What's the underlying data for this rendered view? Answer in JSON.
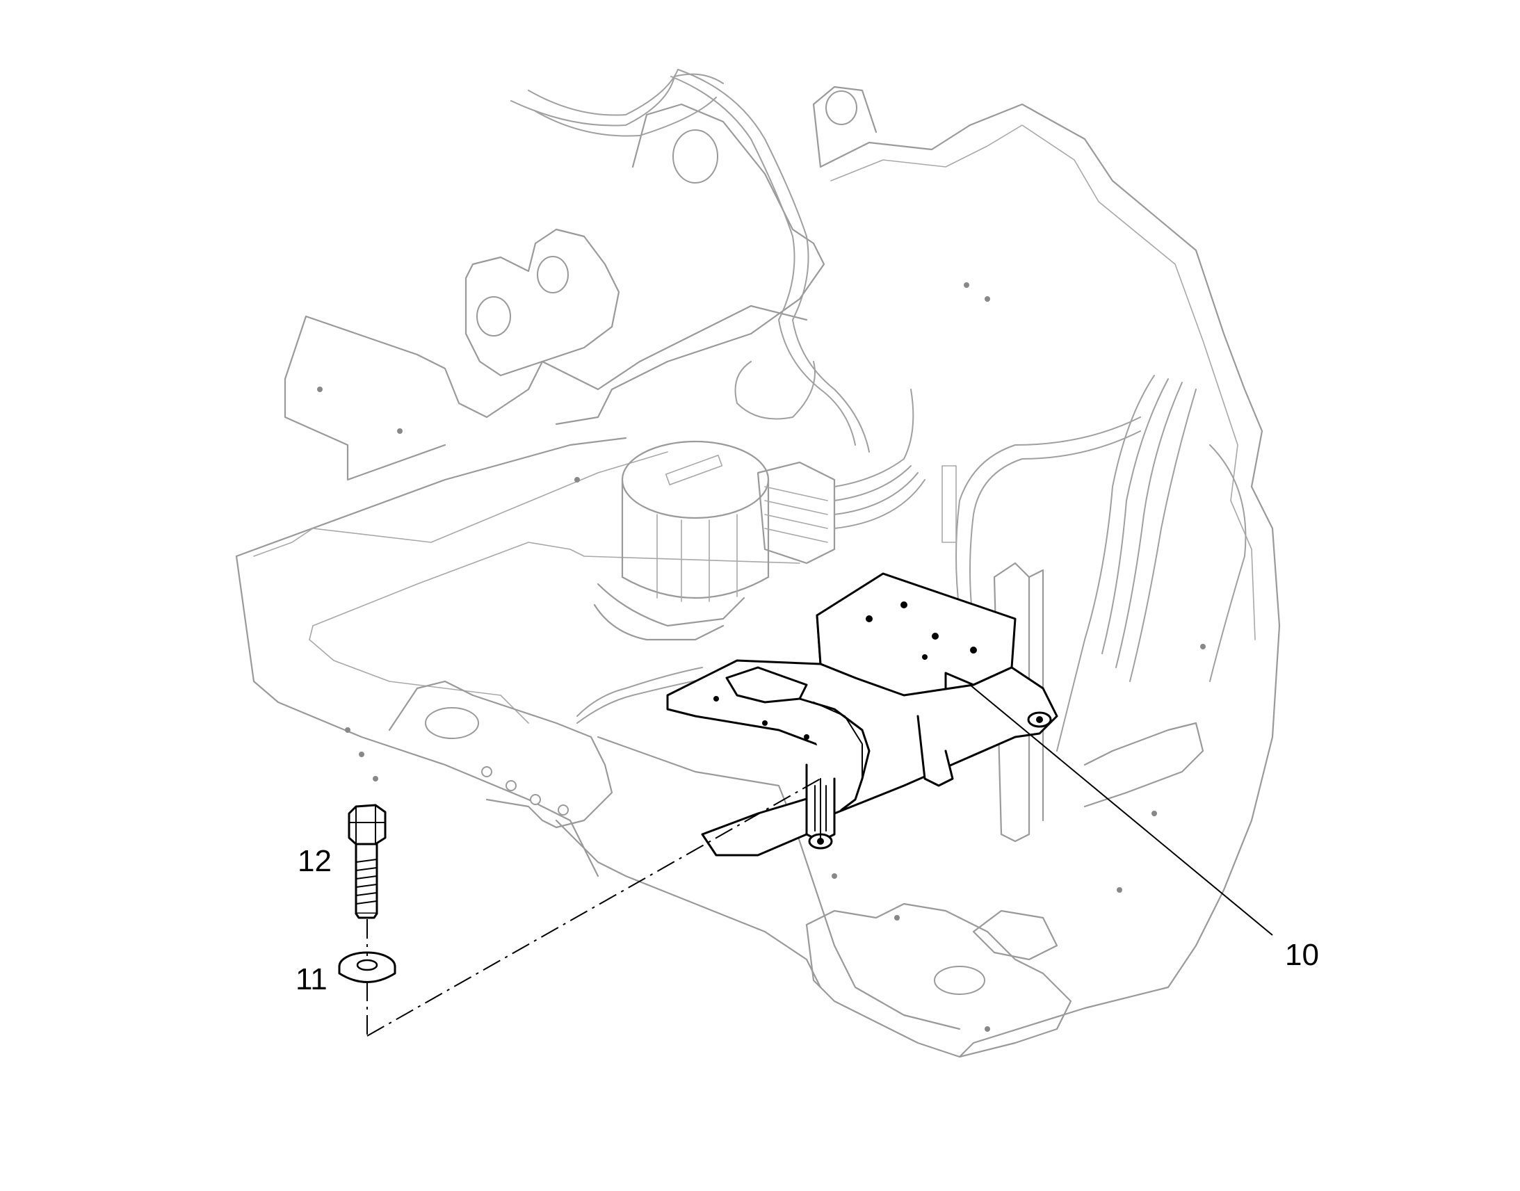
{
  "diagram": {
    "callouts": [
      {
        "id": "10",
        "label": "10"
      },
      {
        "id": "11",
        "label": "11"
      },
      {
        "id": "12",
        "label": "12"
      }
    ],
    "colors": {
      "background": "#ffffff",
      "assembly_lines": "#9a9a9a",
      "highlighted_parts": "#000000"
    }
  }
}
